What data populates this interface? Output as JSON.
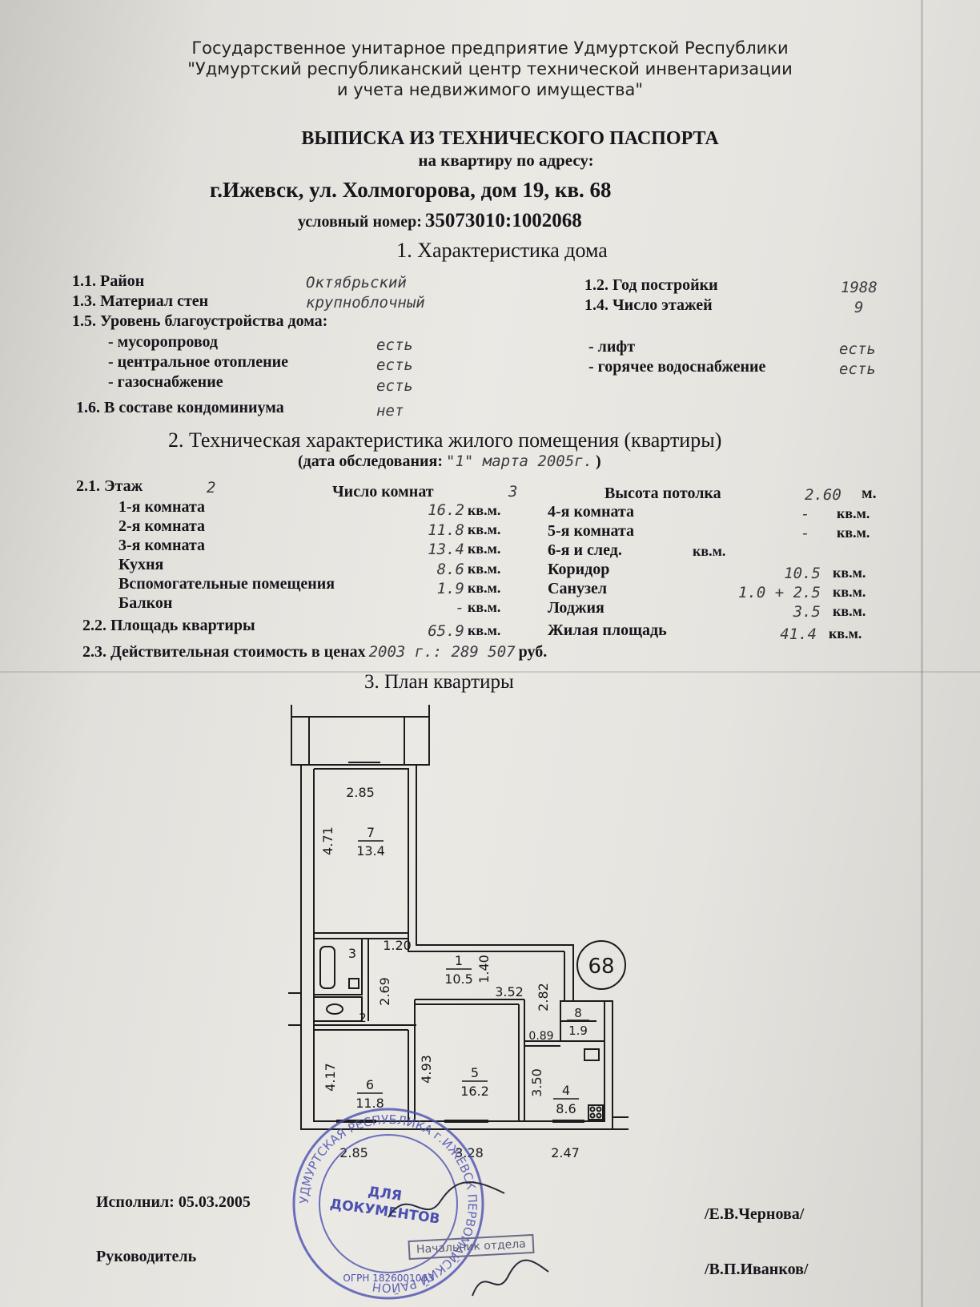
{
  "header": {
    "org_line1": "Государственное унитарное предприятие Удмуртской Республики",
    "org_line2": "\"Удмуртский республиканский центр технической инвентаризации",
    "org_line3": "и учета недвижимого имущества\""
  },
  "title": {
    "main": "ВЫПИСКА ИЗ ТЕХНИЧЕСКОГО ПАСПОРТА",
    "sub": "на квартиру по адресу:",
    "address": "г.Ижевск, ул. Холмогорова, дом 19, кв. 68",
    "cond_label": "условный номер:",
    "cond_value": "35073010:1002068"
  },
  "section1": {
    "heading": "1. Характеристика дома",
    "district_label": "1.1. Район",
    "district_value": "Октябрьский",
    "year_label": "1.2. Год постройки",
    "year_value": "1988",
    "material_label": "1.3. Материал стен",
    "material_value": "крупноблочный",
    "floors_label": "1.4. Число этажей",
    "floors_value": "9",
    "amenities_label": "1.5. Уровень благоустройства дома:",
    "garbage_label": "- мусоропровод",
    "garbage_value": "есть",
    "elevator_label": "- лифт",
    "elevator_value": "есть",
    "heating_label": "- центральное отопление",
    "heating_value": "есть",
    "hotwater_label": "- горячее водоснабжение",
    "hotwater_value": "есть",
    "gas_label": "- газоснабжение",
    "gas_value": "есть",
    "condo_label": "1.6. В составе кондоминиума",
    "condo_value": "нет"
  },
  "section2": {
    "heading": "2. Техническая характеристика жилого помещения (квартиры)",
    "survey_open": "(дата обследования:",
    "survey_date": "\"1\" марта 2005г.",
    "survey_close": ")",
    "floor_label": "2.1. Этаж",
    "floor_value": "2",
    "rooms_label": "Число комнат",
    "rooms_value": "3",
    "ceiling_label": "Высота потолка",
    "ceiling_value": "2.60",
    "ceiling_unit": "м.",
    "unit": "кв.м.",
    "room1_label": "1-я комната",
    "room1_value": "16.2",
    "room2_label": "2-я комната",
    "room2_value": "11.8",
    "room3_label": "3-я комната",
    "room3_value": "13.4",
    "kitchen_label": "Кухня",
    "kitchen_value": "8.6",
    "aux_label": "Вспомогательные помещения",
    "aux_value": "1.9",
    "balcony_label": "Балкон",
    "balcony_value": "-",
    "room4_label": "4-я комната",
    "room4_value": "-",
    "room5_label": "5-я комната",
    "room5_value": "-",
    "room6_label": "6-я и след.",
    "corridor_label": "Коридор",
    "corridor_value": "10.5",
    "bath_label": "Санузел",
    "bath_value": "1.0 + 2.5",
    "loggia_label": "Лоджия",
    "loggia_value": "3.5",
    "area_label": "2.2. Площадь квартиры",
    "area_value": "65.9",
    "living_label": "Жилая площадь",
    "living_value": "41.4",
    "cost_label": "2.3. Действительная стоимость в ценах",
    "cost_value": "2003 г.: 289 507",
    "cost_unit": "руб."
  },
  "section3": {
    "heading": "3. План квартиры",
    "apt_number": "68",
    "dims": [
      "2.85",
      "4.71",
      "1.20",
      "1.40",
      "2.69",
      "3.52",
      "2.82",
      "0.89",
      "4.93",
      "4.17",
      "3.50",
      "3.28",
      "2.47",
      "2.85"
    ],
    "rooms": [
      {
        "num": "7",
        "area": "13.4"
      },
      {
        "num": "3",
        "area": ""
      },
      {
        "num": "1",
        "area": "10.5"
      },
      {
        "num": "2",
        "area": ""
      },
      {
        "num": "8",
        "area": "1.9"
      },
      {
        "num": "6",
        "area": "11.8"
      },
      {
        "num": "5",
        "area": "16.2"
      },
      {
        "num": "4",
        "area": "8.6"
      }
    ]
  },
  "stamp": {
    "center_line1": "ДЛЯ",
    "center_line2": "ДОКУМЕНТОВ",
    "ring_text": "УДМУРТСКАЯ РЕСПУБЛИКА г.ИЖЕВСК ПЕРВОМАЙСКИЙ РАЙОН",
    "bottom_text": "ОГРН 1826001063",
    "small_stamp": "Начальник отдела"
  },
  "footer": {
    "executed_label": "Исполнил: 05.03.2005",
    "executor_name": "/Е.В.Чернова/",
    "head_label": "Руководитель",
    "head_name": "/В.П.Иванков/"
  }
}
